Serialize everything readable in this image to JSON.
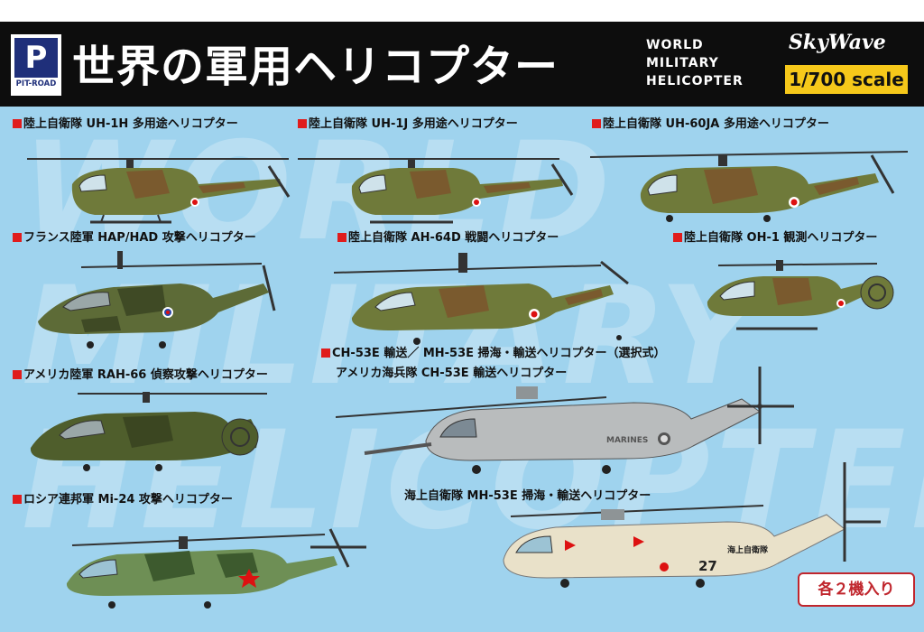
{
  "header": {
    "logo_mark": "P",
    "logo_text": "PIT-ROAD",
    "title": "世界の軍用ヘリコプター",
    "english": [
      "WORLD",
      "MILITARY",
      "HELICOPTER"
    ],
    "brand": "SkyWave",
    "scale": "1/700 scale"
  },
  "watermark": [
    "WORLD",
    "MILITARY",
    "HELICOPTER"
  ],
  "labels": [
    "陸上自衛隊 UH-1H 多用途ヘリコプター",
    "陸上自衛隊 UH-1J 多用途ヘリコプター",
    "陸上自衛隊 UH-60JA 多用途ヘリコプター",
    "フランス陸軍 HAP/HAD 攻撃ヘリコプター",
    "陸上自衛隊 AH-64D 戦闘ヘリコプター",
    "陸上自衛隊 OH-1 観測ヘリコプター",
    "CH-53E 輸送／ MH-53E 掃海・輸送ヘリコプター（選択式）",
    "アメリカ海兵隊 CH-53E 輸送ヘリコプター",
    "アメリカ陸軍 RAH-66 偵察攻撃ヘリコプター",
    "海上自衛隊 MH-53E 掃海・輸送ヘリコプター",
    "ロシア連邦軍 Mi-24 攻撃ヘリコプター"
  ],
  "aircraft_markings": {
    "ch53_text": "MARINES",
    "mh53_text": "海上自衛隊",
    "mh53_number": "27"
  },
  "badge": "各２機入り",
  "colors": {
    "background": "#9fd3ee",
    "header": "#0d0d0d",
    "scale_bg": "#f6c81a",
    "jgsdf_camo": [
      "#6f7a3a",
      "#7a5a2e"
    ],
    "grey": "#b9bcbd",
    "sand": "#e9e1c9",
    "red_square": "#e01c1c"
  }
}
